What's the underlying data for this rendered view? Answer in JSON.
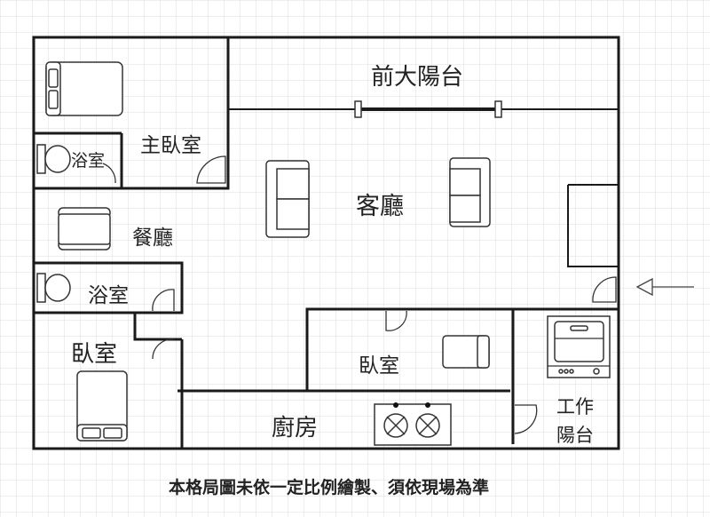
{
  "rooms": {
    "front_balcony": "前大陽台",
    "master_bedroom": "主臥室",
    "master_bath": "浴室",
    "living_room": "客廳",
    "dining_room": "餐廳",
    "bath": "浴室",
    "bedroom_left": "臥室",
    "bedroom_middle": "臥室",
    "kitchen": "廚房",
    "utility_balcony_line1": "工作",
    "utility_balcony_line2": "陽台"
  },
  "disclaimer": "本格局圖未依一定比例繪製、須依現場為準",
  "colors": {
    "wall": "#1a1a1a",
    "grid": "#d9d9d9"
  }
}
